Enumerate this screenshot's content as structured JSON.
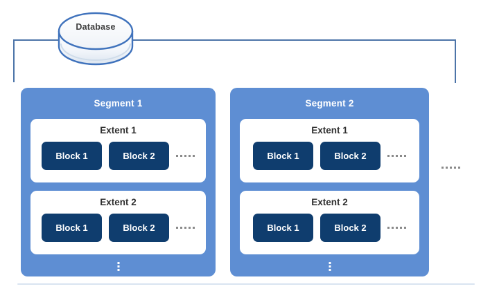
{
  "diagram": {
    "database": {
      "label": "Database"
    },
    "segments": [
      {
        "label": "Segment 1",
        "extents": [
          {
            "label": "Extent 1",
            "blocks": [
              "Block 1",
              "Block 2"
            ]
          },
          {
            "label": "Extent 2",
            "blocks": [
              "Block 1",
              "Block 2"
            ]
          }
        ]
      },
      {
        "label": "Segment 2",
        "extents": [
          {
            "label": "Extent 1",
            "blocks": [
              "Block 1",
              "Block 2"
            ]
          },
          {
            "label": "Extent 2",
            "blocks": [
              "Block 1",
              "Block 2"
            ]
          }
        ]
      }
    ],
    "icons": {
      "more_blocks": "horizontal-ellipsis-dots",
      "more_extents": "vertical-ellipsis-dots",
      "more_segments": "horizontal-ellipsis-dots",
      "database": "cylinder"
    },
    "colors": {
      "segment_blue": "#5E8ED3",
      "block_navy": "#0F3D6E",
      "connector_line": "#4C74A8",
      "cylinder_stroke": "#3F72BC",
      "dots_gray": "#8A8A8A",
      "extent_text": "#2F2F2F",
      "segment_text": "#FFFFFF",
      "block_text": "#FFFFFF",
      "background": "#FFFFFF",
      "shadow_line": "#D9E4F1"
    }
  }
}
